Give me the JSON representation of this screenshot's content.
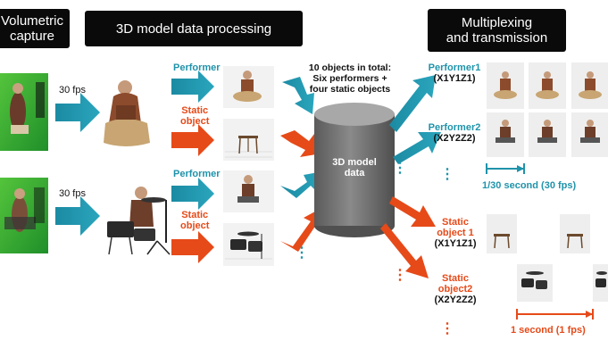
{
  "headers": {
    "capture": "Volumetric\ncapture",
    "processing": "3D model data processing",
    "multiplexing": "Multiplexing\nand transmission"
  },
  "fps_labels": [
    "30 fps",
    "30 fps"
  ],
  "processing_labels": {
    "performer_top": "Performer",
    "static_top": "Static\nobject",
    "performer_bottom": "Performer",
    "static_bottom": "Static\nobject"
  },
  "objects_note": "10 objects in total:\nSix performers +\nfour static objects",
  "database_label": "3D model\ndata",
  "streams": {
    "performer1": {
      "name": "Performer1",
      "coord": "(X1Y1Z1)"
    },
    "performer2": {
      "name": "Performer2",
      "coord": "(X2Y2Z2)"
    },
    "static1": {
      "name": "Static\nobject 1",
      "coord": "(X1Y1Z1)"
    },
    "static2": {
      "name": "Static\nobject2",
      "coord": "(X2Y2Z2)"
    }
  },
  "timing": {
    "performer_interval": "1/30 second (30 fps)",
    "static_interval": "1 second (1 fps)"
  },
  "ellipsis": "⋮",
  "colors": {
    "header_bg": "#0a0a0a",
    "teal": "#1f93aa",
    "orange": "#e64a19",
    "database": "#707070",
    "green_screen": "#2fae2f"
  }
}
